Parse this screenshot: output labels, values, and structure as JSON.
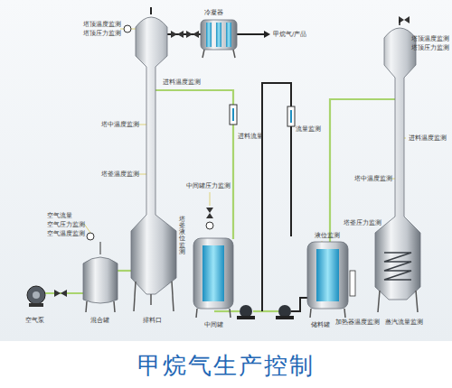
{
  "diagram": {
    "title": "甲烷气生产控制",
    "labels": [
      "冷凝器",
      "塔顶温度监测",
      "塔顶压力监测",
      "甲烷气/产品",
      "进料温度监测",
      "塔中温度监测",
      "塔釜温度监测",
      "空气流量",
      "空气压力监测",
      "空气温度监测",
      "混合罐",
      "空气泵",
      "排料口",
      "塔釜液位监测",
      "中间罐压力监测",
      "中间罐",
      "进料流量",
      "流量监测",
      "储料罐",
      "液位监测",
      "塔顶温度监测",
      "塔顶压力监测",
      "进料温度监测",
      "塔中温度监测",
      "塔釜压力监测",
      "蒸汽流量监测",
      "加热器温度监测"
    ]
  }
}
